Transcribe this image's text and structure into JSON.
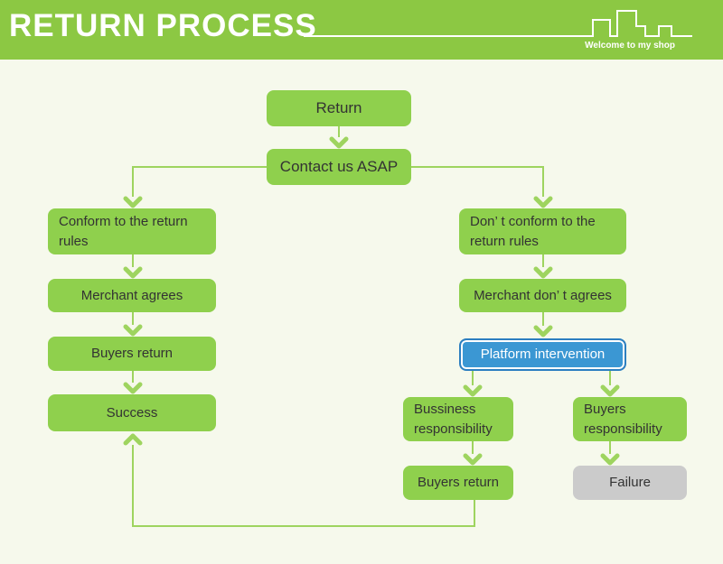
{
  "header": {
    "title": "RETURN PROCESS",
    "tagline": "Welcome to my shop"
  },
  "colors": {
    "background": "#f6f9ec",
    "header_green": "#8cc843",
    "node_green": "#8fd04d",
    "node_blue": "#3b97d3",
    "node_blue_border": "#2d7fc0",
    "node_gray": "#cbcbcb",
    "connector": "#9ed45f",
    "text_dark": "#333333",
    "text_light": "#ffffff"
  },
  "flowchart": {
    "nodes": {
      "return": {
        "label": "Return"
      },
      "contact": {
        "label": "Contact us ASAP"
      },
      "conform": {
        "label": "Conform to the return rules"
      },
      "merchant_agrees": {
        "label": "Merchant agrees"
      },
      "buyers_return_left": {
        "label": "Buyers return"
      },
      "success": {
        "label": "Success"
      },
      "dont_conform": {
        "label": "Don’ t conform to the return rules"
      },
      "merchant_dont_agree": {
        "label": "Merchant don’ t agrees"
      },
      "platform": {
        "label": "Platform intervention"
      },
      "bussiness_resp": {
        "label": "Bussiness responsibility"
      },
      "buyers_resp": {
        "label": "Buyers responsibility"
      },
      "buyers_return_right": {
        "label": "Buyers return"
      },
      "failure": {
        "label": "Failure"
      }
    },
    "edges": [
      {
        "from": "return",
        "to": "contact"
      },
      {
        "from": "contact",
        "to": "conform"
      },
      {
        "from": "contact",
        "to": "dont_conform"
      },
      {
        "from": "conform",
        "to": "merchant_agrees"
      },
      {
        "from": "merchant_agrees",
        "to": "buyers_return_left"
      },
      {
        "from": "buyers_return_left",
        "to": "success"
      },
      {
        "from": "dont_conform",
        "to": "merchant_dont_agree"
      },
      {
        "from": "merchant_dont_agree",
        "to": "platform"
      },
      {
        "from": "platform",
        "to": "bussiness_resp"
      },
      {
        "from": "platform",
        "to": "buyers_resp"
      },
      {
        "from": "bussiness_resp",
        "to": "buyers_return_right"
      },
      {
        "from": "buyers_resp",
        "to": "failure"
      },
      {
        "from": "buyers_return_right",
        "to": "success"
      }
    ]
  }
}
